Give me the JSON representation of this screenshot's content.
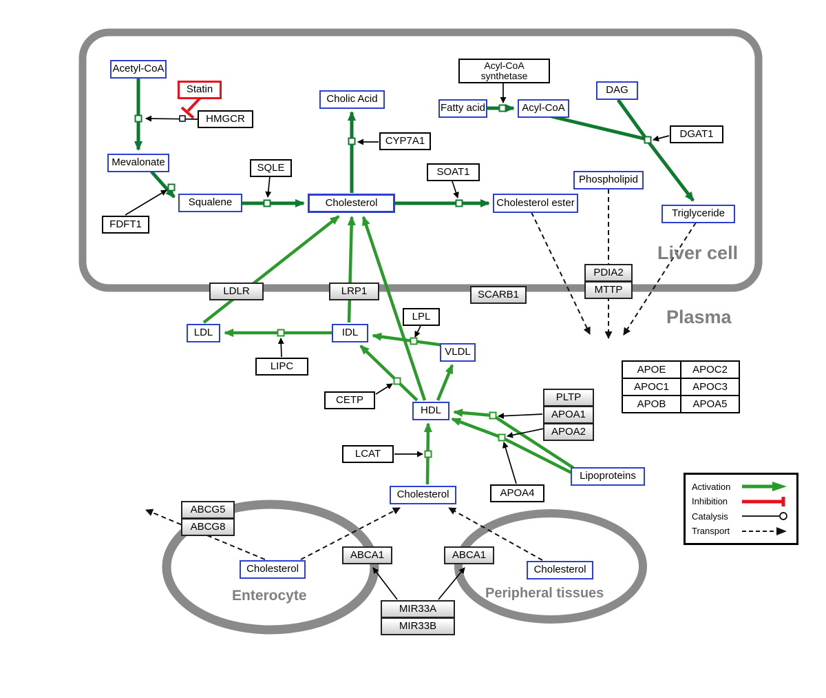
{
  "compartments": {
    "liver": {
      "label": "Liver cell"
    },
    "plasma": {
      "label": "Plasma"
    },
    "enterocyte": {
      "label": "Enterocyte"
    },
    "peripheral": {
      "label": "Peripheral tissues"
    }
  },
  "nodes": {
    "acetyl_coa": {
      "label": "Acetyl-CoA"
    },
    "statin": {
      "label": "Statin"
    },
    "hmgcr": {
      "label": "HMGCR"
    },
    "mevalonate": {
      "label": "Mevalonate"
    },
    "fdft1": {
      "label": "FDFT1"
    },
    "squalene": {
      "label": "Squalene"
    },
    "sqle": {
      "label": "SQLE"
    },
    "cholesterol_liver": {
      "label": "Cholesterol"
    },
    "cholic_acid": {
      "label": "Cholic Acid"
    },
    "cyp7a1": {
      "label": "CYP7A1"
    },
    "soat1": {
      "label": "SOAT1"
    },
    "cholesterol_ester": {
      "label": "Cholesterol ester"
    },
    "fatty_acid": {
      "label": "Fatty acid"
    },
    "acyl_coa_synthetase": {
      "line1": "Acyl-CoA",
      "line2": "synthetase"
    },
    "acyl_coa": {
      "label": "Acyl-CoA"
    },
    "dag": {
      "label": "DAG"
    },
    "dgat1": {
      "label": "DGAT1"
    },
    "phospholipid": {
      "label": "Phospholipid"
    },
    "triglyceride": {
      "label": "Triglyceride"
    },
    "ldlr": {
      "label": "LDLR"
    },
    "lrp1": {
      "label": "LRP1"
    },
    "scarb1": {
      "label": "SCARB1"
    },
    "pdia2": {
      "label": "PDIA2"
    },
    "mttp": {
      "label": "MTTP"
    },
    "ldl": {
      "label": "LDL"
    },
    "idl": {
      "label": "IDL"
    },
    "lipc": {
      "label": "LIPC"
    },
    "lpl": {
      "label": "LPL"
    },
    "vldl": {
      "label": "VLDL"
    },
    "cetp": {
      "label": "CETP"
    },
    "hdl": {
      "label": "HDL"
    },
    "pltp": {
      "label": "PLTP"
    },
    "apoa1": {
      "label": "APOA1"
    },
    "apoa2": {
      "label": "APOA2"
    },
    "lcat": {
      "label": "LCAT"
    },
    "apoa4": {
      "label": "APOA4"
    },
    "lipoproteins": {
      "label": "Lipoproteins"
    },
    "cholesterol_plasma": {
      "label": "Cholesterol"
    },
    "abcg5": {
      "label": "ABCG5"
    },
    "abcg8": {
      "label": "ABCG8"
    },
    "cholesterol_enterocyte": {
      "label": "Cholesterol"
    },
    "abca1_left": {
      "label": "ABCA1"
    },
    "abca1_right": {
      "label": "ABCA1"
    },
    "cholesterol_peripheral": {
      "label": "Cholesterol"
    },
    "mir33a": {
      "label": "MIR33A"
    },
    "mir33b": {
      "label": "MIR33B"
    }
  },
  "apo_table": {
    "rows": [
      [
        "APOE",
        "APOC2"
      ],
      [
        "APOC1",
        "APOC3"
      ],
      [
        "APOB",
        "APOA5"
      ]
    ]
  },
  "legend": {
    "activation": "Activation",
    "inhibition": "Inhibition",
    "catalysis": "Catalysis",
    "transport": "Transport"
  },
  "colors": {
    "activation_green_dark": "#0e7a2e",
    "activation_green": "#2a9a2a",
    "inhibition_red": "#e8111c",
    "metabolite_blue": "#2b3fd0",
    "compartment_gray": "#8a8a8a"
  }
}
